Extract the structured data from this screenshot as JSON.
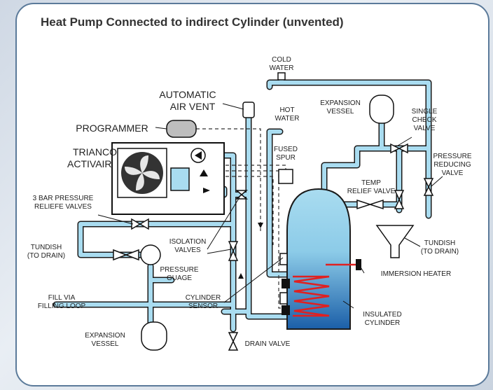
{
  "title": "Heat Pump Connected to indirect Cylinder (unvented)",
  "colors": {
    "pipe": "#a9dcf0",
    "pipe_edge": "#1a1a1a",
    "tank_top": "#a9dcf0",
    "tank_bottom": "#1b5fa8",
    "coil": "#e02020"
  },
  "labels": {
    "cold_water": [
      "COLD",
      "WATER"
    ],
    "automatic_air_vent": [
      "AUTOMATIC",
      "AIR VENT"
    ],
    "programmer": "PROGRAMMER",
    "trianco": [
      "TRIANCO",
      "ACTIVAIR"
    ],
    "hot_water": [
      "HOT",
      "WATER"
    ],
    "fused_spur": [
      "FUSED",
      "SPUR"
    ],
    "expansion_vessel_top": [
      "EXPANSION",
      "VESSEL"
    ],
    "single_check_valve": [
      "SINGLE",
      "CHECK",
      "VALVE"
    ],
    "pressure_reducing_valve": [
      "PRESSURE",
      "REDUCING",
      "VALVE"
    ],
    "temp_relief_valve": [
      "TEMP",
      "RELIEF VALVE"
    ],
    "three_bar": [
      "3 BAR PRESSURE",
      "RELIEFE VALVES"
    ],
    "tundish_left": [
      "TUNDISH",
      "(TO DRAIN)"
    ],
    "tundish_right": [
      "TUNDISH",
      "(TO DRAIN)"
    ],
    "isolation_valves": [
      "ISOLATION",
      "VALVES"
    ],
    "pressure_guage": [
      "PRESSURE",
      "GUAGE"
    ],
    "immersion_heater": "IMMERSION HEATER",
    "fill_via": [
      "FILL VIA",
      "FILLING LOOP"
    ],
    "cylinder_sensor": [
      "CYLINDER",
      "SENSOR"
    ],
    "insulated_cylinder": [
      "INSULATED",
      "CYLINDER"
    ],
    "expansion_vessel_bottom": [
      "EXPANSION",
      "VESSEL"
    ],
    "drain_valve": "DRAIN VALVE"
  }
}
